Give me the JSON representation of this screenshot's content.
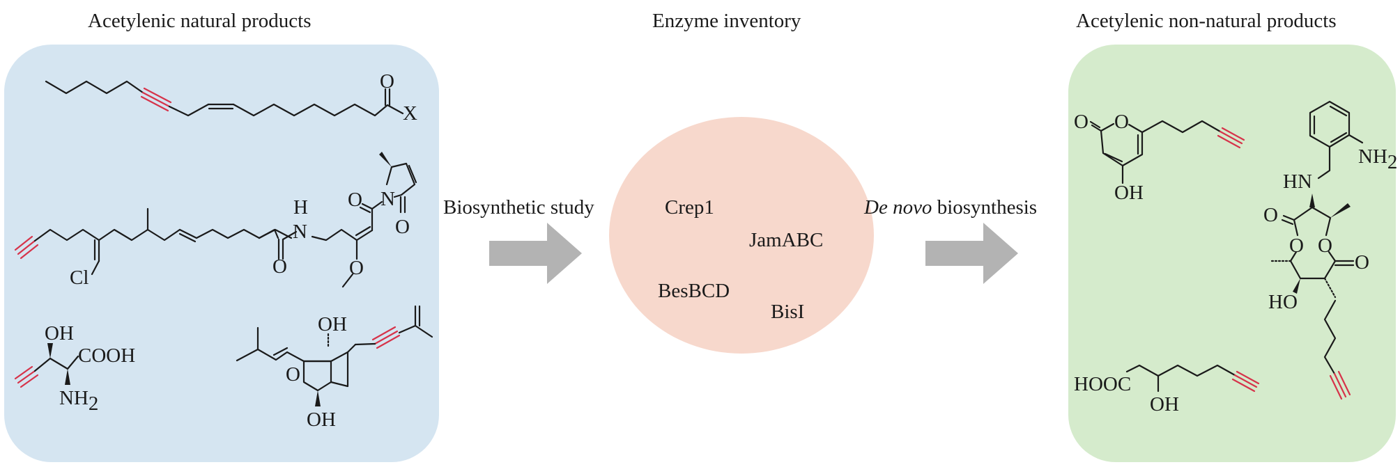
{
  "titles": {
    "left": "Acetylenic natural products",
    "center": "Enzyme inventory",
    "right": "Acetylenic non-natural products"
  },
  "arrows": {
    "left": {
      "label": "Biosynthetic study"
    },
    "right": {
      "label_italic": "De novo",
      "label_rest": " biosynthesis"
    }
  },
  "enzymes": [
    "Crep1",
    "JamABC",
    "BesBCD",
    "BisI"
  ],
  "colors": {
    "natural_panel": "#d5e5f1",
    "non_natural_panel": "#d5ebcc",
    "enzyme_circle": "#f7d8cc",
    "arrow": "#b3b3b3",
    "alkyne_highlight": "#d6334a"
  },
  "natural_products": {
    "fatty_acid": {
      "atoms": {
        "o": "O",
        "x": "X"
      }
    },
    "jamaicamide": {
      "atoms": {
        "h": "H",
        "n": "N",
        "o_amide": "O",
        "o_acyl": "O",
        "n_ring": "N",
        "o_ring": "O",
        "o_methoxy": "O",
        "cl": "Cl"
      }
    },
    "amino_acid": {
      "atoms": {
        "oh": "OH",
        "cooh": "COOH",
        "nh": "NH",
        "nh_sub": "2"
      }
    },
    "epoxide": {
      "atoms": {
        "oh_top": "OH",
        "o_epox": "O",
        "oh_bottom": "OH"
      }
    }
  },
  "non_natural_products": {
    "pyrone": {
      "atoms": {
        "o_carbonyl": "O",
        "o_ring": "O",
        "oh": "OH"
      }
    },
    "dilactone": {
      "atoms": {
        "nh2": "NH",
        "nh2_sub": "2",
        "hn": "HN",
        "o1": "O",
        "o2": "O",
        "o3": "O",
        "o4": "O",
        "ho": "HO"
      }
    },
    "hydroxy_acid": {
      "atoms": {
        "hooc": "HOOC",
        "oh": "OH"
      }
    }
  }
}
